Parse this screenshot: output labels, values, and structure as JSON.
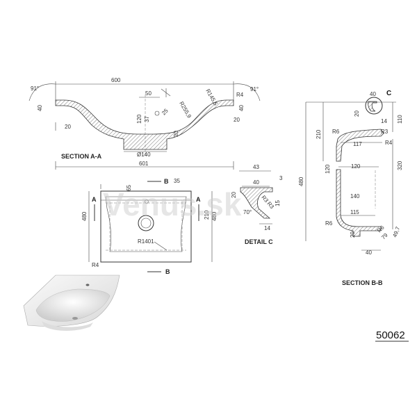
{
  "section_aa": {
    "title": "SECTION A-A",
    "dims": {
      "width_top": "600",
      "angle_left": "91°",
      "angle_right": "91°",
      "h40_left": "40",
      "h40_right": "40",
      "r4_right": "R4",
      "r1455": "R145,5",
      "r2559": "R255,9",
      "d50": "50",
      "d37": "37",
      "d120": "120",
      "d25": "25",
      "d20_left": "20",
      "d20_right": "20",
      "d20_inner": "20",
      "dia140": "Ø140",
      "width_bottom": "601"
    }
  },
  "plan": {
    "b_top": "B",
    "b_bottom": "B",
    "a_left": "A",
    "a_right": "A",
    "d65": "65",
    "d35": "35",
    "h480_left": "480",
    "h480_right": "480",
    "h210": "210",
    "r1401": "R1401",
    "r4": "R4"
  },
  "detail_c": {
    "title": "DETAIL C",
    "d43": "43",
    "d40": "40",
    "d3": "3",
    "d20": "20",
    "r3a": "R3",
    "r3b": "R3",
    "d15": "15",
    "angle70": "70°",
    "d14": "14"
  },
  "section_bb": {
    "title": "SECTION B-B",
    "c_label": "C",
    "d40_circle": "40",
    "d20_circle": "20",
    "d110": "110",
    "d14": "14",
    "d210": "210",
    "r6_top": "R6",
    "r6_mid": "R6",
    "r4": "R4",
    "d117": "117",
    "d320": "320",
    "d480": "480",
    "d120_top": "120",
    "d120_left": "120",
    "d140": "140",
    "d115": "115",
    "r6_bot": "R6",
    "d20_bot": "20",
    "d40_bot": "40",
    "d79": "79",
    "d497": "49,7",
    "r3": "R3"
  },
  "watermark": "Venus.sk",
  "model_number": "50062"
}
